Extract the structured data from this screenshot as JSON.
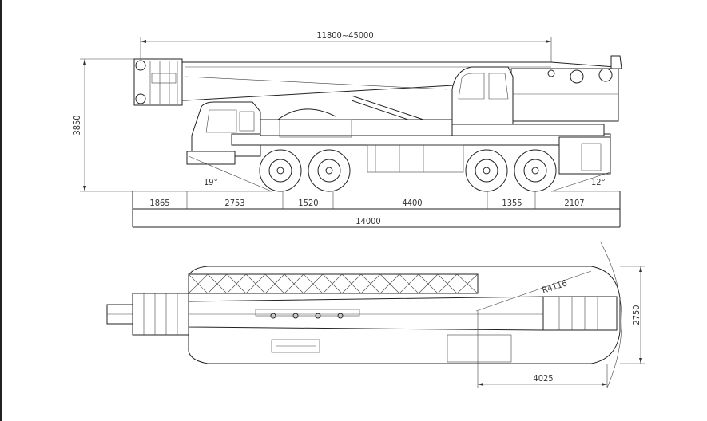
{
  "side_view": {
    "boom_length": "11800~45000",
    "height": "3850",
    "approach_angle": "19°",
    "departure_angle": "12°",
    "segments": [
      "1865",
      "2753",
      "1520",
      "4400",
      "1355",
      "2107"
    ],
    "overall_length": "14000"
  },
  "top_view": {
    "turning_radius": "R4116",
    "width": "2750",
    "tail_length": "4025"
  }
}
